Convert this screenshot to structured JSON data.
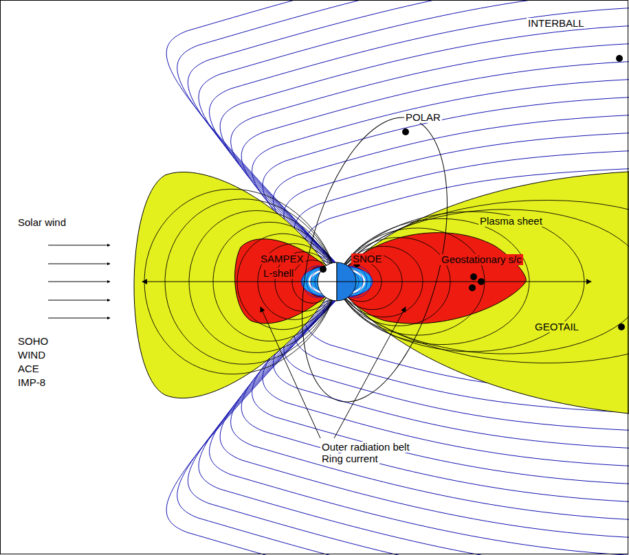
{
  "diagram": {
    "labels": [
      "INTERBALL",
      "POLAR",
      "Solar wind",
      "Plasma sheet",
      "SAMPEX",
      "SNOE",
      "L-shell",
      "Geostationary s/c",
      "GEOTAIL",
      "SOHO",
      "WIND",
      "ACE",
      "IMP-8",
      "Outer radiation belt",
      "Ring current"
    ]
  }
}
